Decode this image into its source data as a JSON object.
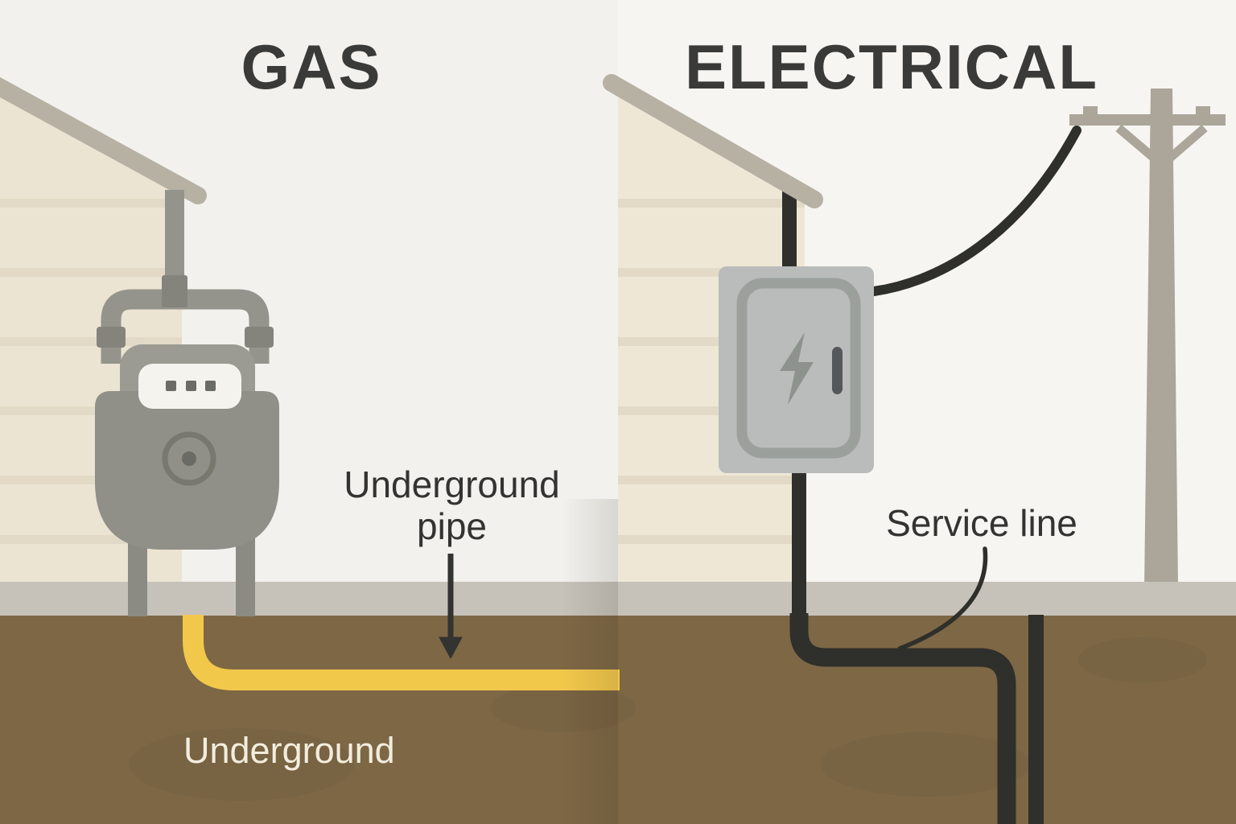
{
  "titles": {
    "gas": "GAS",
    "electrical": "ELECTRICAL"
  },
  "labels": {
    "underground_pipe": "Underground pipe",
    "service_line": "Service line",
    "underground": "Underground"
  },
  "icons": {
    "gas_meter": "gas-meter-icon",
    "electrical_panel": "electrical-panel-icon",
    "lightning_bolt": "lightning-bolt-icon",
    "utility_pole": "utility-pole-icon",
    "down_arrow": "down-arrow-icon"
  },
  "colors": {
    "sky_left": "#f2f1ed",
    "sky_right": "#f7f5f1",
    "wall_left": "#ece4d2",
    "wall_right": "#efe7d6",
    "wall_stripe": "#e2dac6",
    "roof": "#b7b1a4",
    "ground_band": "#c6c2ba",
    "soil": "#7d6745",
    "gas_yellow": "#f2c84b",
    "conduit_black": "#2f2f2b",
    "pipe_gray": "#95948c",
    "pipe_fitting": "#85847c",
    "meter_body": "#908f88",
    "meter_cap": "#9b9a93",
    "meter_leg": "#8b8b84",
    "meter_display": "#f4f3ee",
    "meter_square": "#6c6c66",
    "dial_ring": "#78786f",
    "dial_dot": "#6b6b65",
    "pole": "#aba59a",
    "panel_face": "#b9bcba",
    "panel_outline": "#9ca09d",
    "bolt": "#8e928e",
    "handle": "#54585a",
    "title_color": "#3a3a38",
    "label_dark": "#333331",
    "label_light": "#f2edde"
  }
}
